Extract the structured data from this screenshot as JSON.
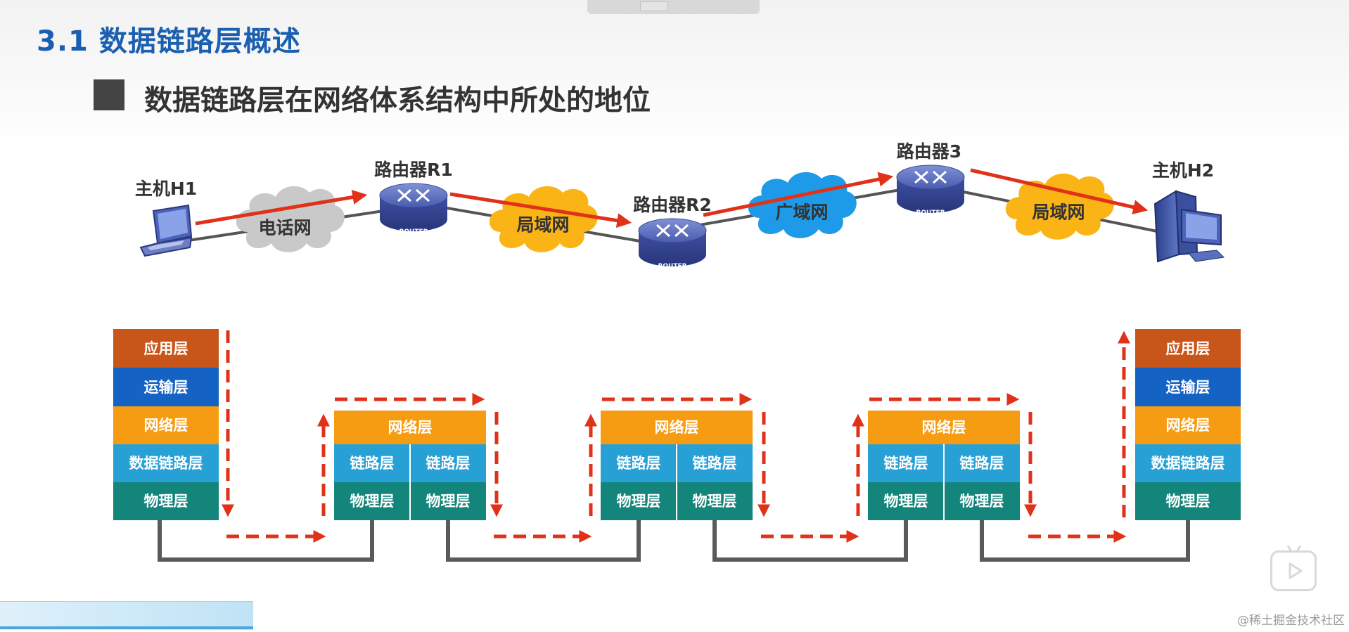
{
  "slide": {
    "title": "3.1 数据链路层概述",
    "subtitle": "数据链路层在网络体系结构中所处的地位"
  },
  "topology": {
    "host_left_label": "主机H1",
    "host_right_label": "主机H2",
    "router1_label": "路由器R1",
    "router2_label": "路由器R2",
    "router3_label": "路由器3",
    "router_badge": "ROUTER",
    "cloud_phone": "电话网",
    "cloud_lan1": "局域网",
    "cloud_wan": "广域网",
    "cloud_lan2": "局域网"
  },
  "stacks": {
    "host_layers": [
      "应用层",
      "运输层",
      "网络层",
      "数据链路层",
      "物理层"
    ],
    "router_network": "网络层",
    "router_link": "链路层",
    "router_physical": "物理层"
  },
  "colors": {
    "title_blue": "#1a5fb0",
    "app_layer": "#c8561a",
    "transport_layer": "#1463c4",
    "network_layer": "#f59c12",
    "link_layer": "#27a0d6",
    "physical_layer": "#13857a",
    "arrow_red": "#e03119",
    "cloud_gray": "#c9c9c9",
    "cloud_orange": "#fbb416",
    "cloud_blue": "#1e9be8"
  },
  "watermark": "@稀土掘金技术社区"
}
